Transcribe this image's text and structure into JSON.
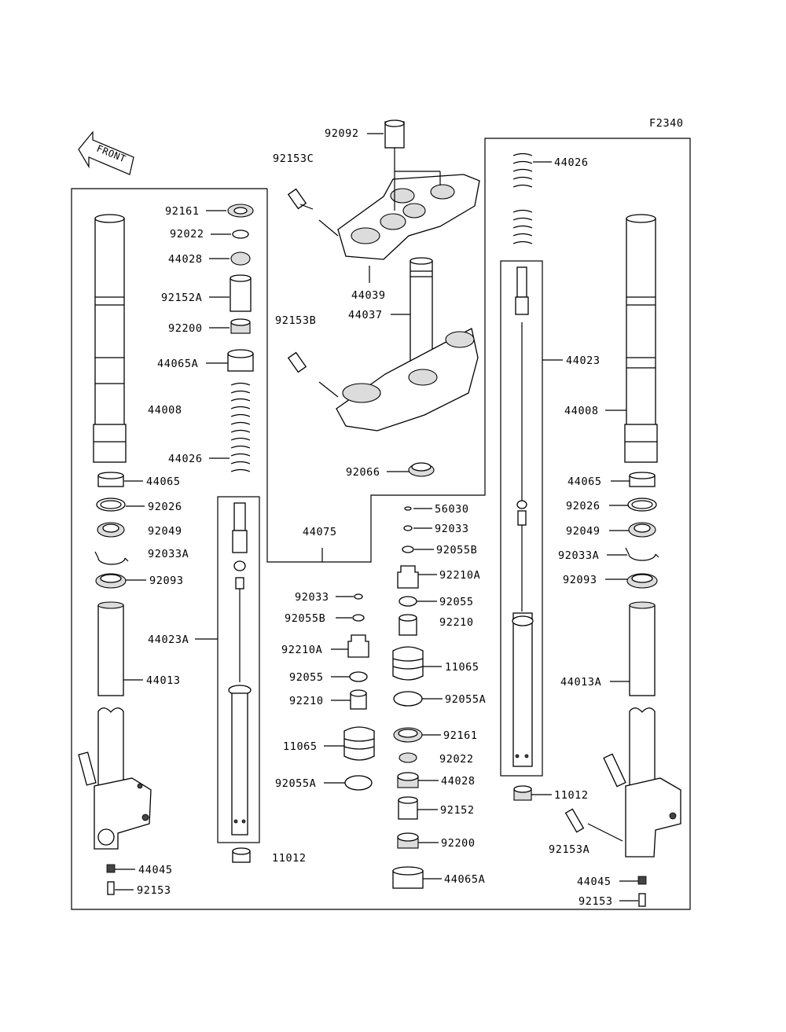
{
  "diagram_code": "F2340",
  "front_label": "FRONT",
  "labels": {
    "l92092": "92092",
    "l92153C": "92153C",
    "l44039": "44039",
    "l44037": "44037",
    "l92153B": "92153B",
    "l92066": "92066",
    "l44075": "44075",
    "l92161": "92161",
    "l92022": "92022",
    "l44028": "44028",
    "l92152A": "92152A",
    "l92200": "92200",
    "l44065A": "44065A",
    "l44008": "44008",
    "l44026": "44026",
    "l44065": "44065",
    "l92026": "92026",
    "l92049": "92049",
    "l92033A": "92033A",
    "l92093": "92093",
    "l44023A": "44023A",
    "l44013": "44013",
    "l44045": "44045",
    "l92153": "92153",
    "l11012": "11012",
    "m56030": "56030",
    "m92033": "92033",
    "m92055B": "92055B",
    "m92210A": "92210A",
    "m92055": "92055",
    "m92210": "92210",
    "m11065": "11065",
    "m92055A": "92055A",
    "m92161": "92161",
    "m92022": "92022",
    "m44028": "44028",
    "m92152": "92152",
    "m92200": "92200",
    "m44065A": "44065A",
    "c92033": "92033",
    "c92055B": "92055B",
    "c92210A": "92210A",
    "c92055": "92055",
    "c92210": "92210",
    "c11065": "11065",
    "c92055A": "92055A",
    "r44026": "44026",
    "r44023": "44023",
    "r44008": "44008",
    "r44065": "44065",
    "r92026": "92026",
    "r92049": "92049",
    "r92033A": "92033A",
    "r92093": "92093",
    "r11012": "11012",
    "r44013A": "44013A",
    "r92153A": "92153A",
    "r44045": "44045",
    "r92153": "92153"
  }
}
